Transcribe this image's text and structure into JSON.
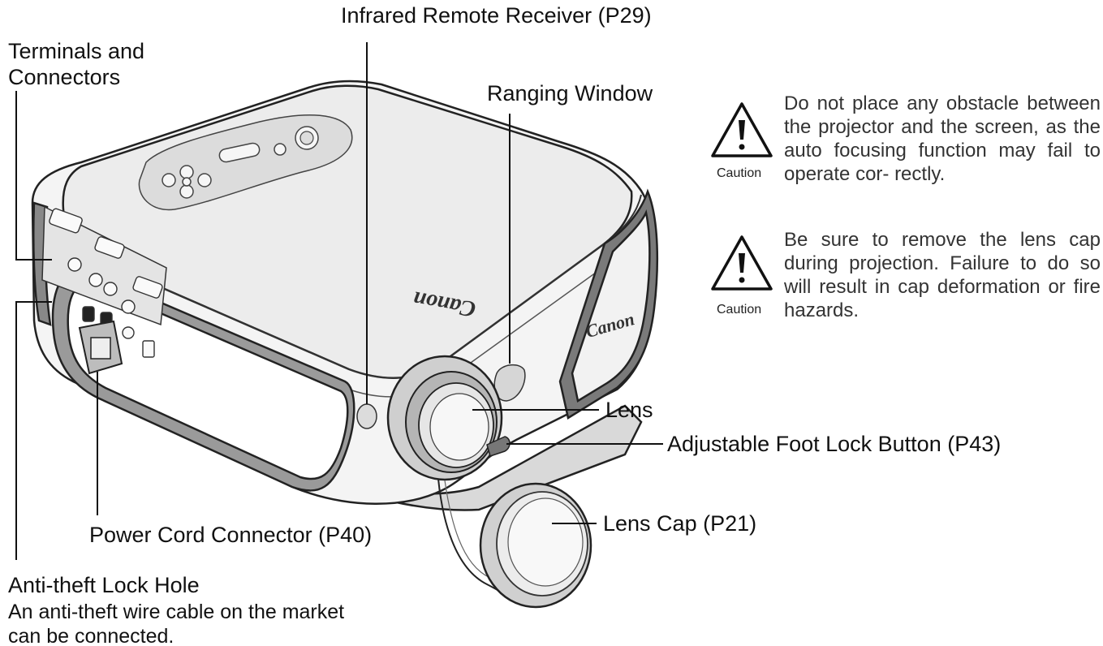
{
  "labels": {
    "infrared": "Infrared Remote Receiver (P29)",
    "terminals_line1": "Terminals and",
    "terminals_line2": "Connectors",
    "ranging": "Ranging Window",
    "lens": "Lens",
    "foot_lock": "Adjustable Foot Lock Button (P43)",
    "lens_cap": "Lens Cap (P21)",
    "power_cord": "Power Cord Connector (P40)",
    "antitheft_title": "Anti-theft Lock Hole",
    "antitheft_desc1": "An anti-theft wire cable on the market",
    "antitheft_desc2": "can be connected."
  },
  "brand": {
    "top_logo": "Canon",
    "side_logo": "Canon"
  },
  "cautions": [
    {
      "icon": "warning-triangle-icon",
      "label": "Caution",
      "text": "Do not place any obstacle between the projector and the screen, as the auto focusing function may fail to operate cor- rectly."
    },
    {
      "icon": "warning-triangle-icon",
      "label": "Caution",
      "text": "Be sure to remove the lens cap during projection. Failure to do so will result in cap deformation or fire hazards."
    }
  ]
}
